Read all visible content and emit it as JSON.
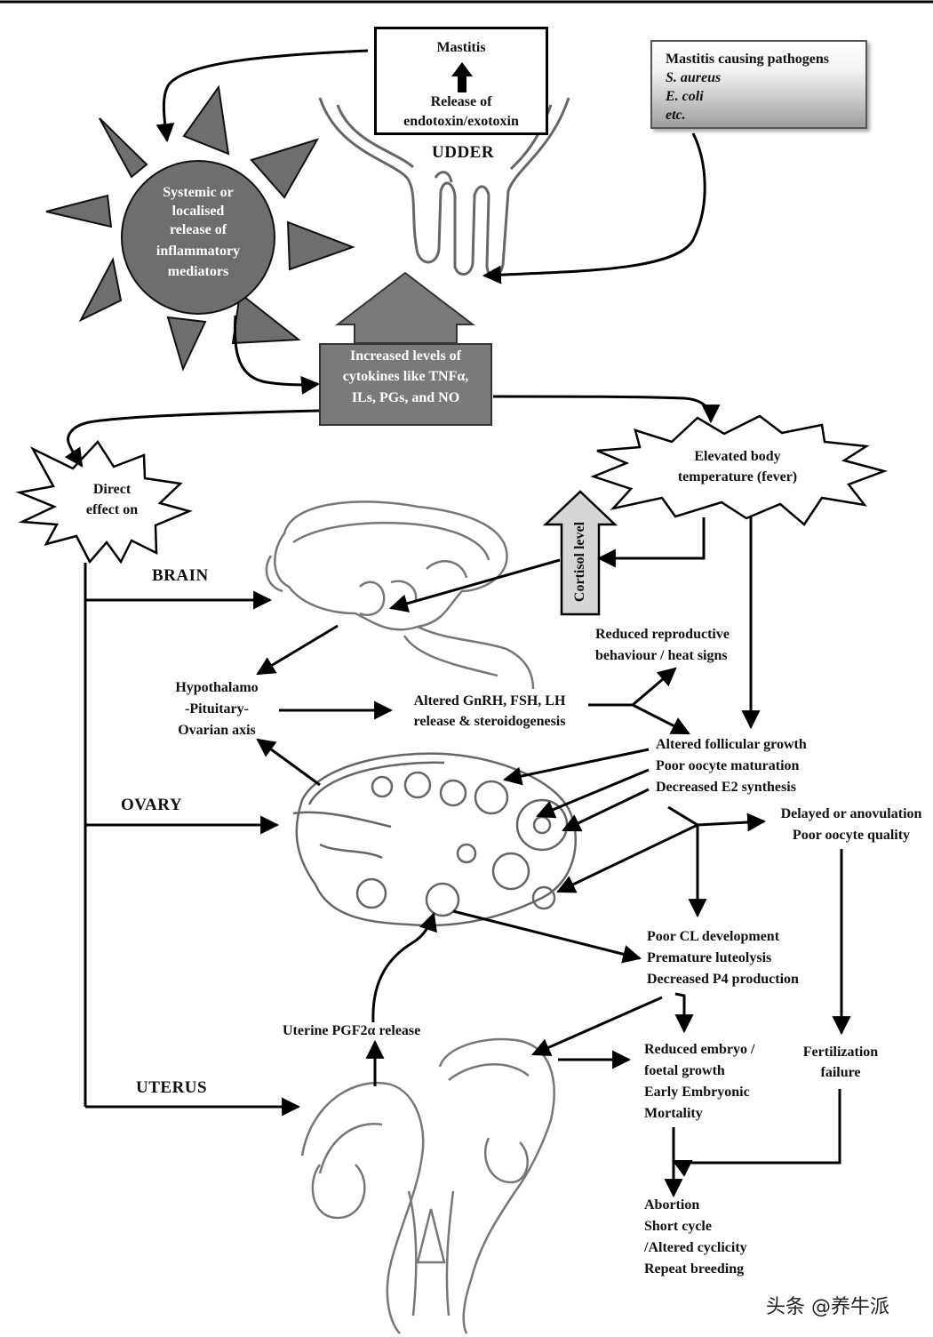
{
  "udder": {
    "top_label": "Mastitis",
    "release_line1": "Release of",
    "release_line2": "endotoxin/exotoxin",
    "label": "UDDER"
  },
  "pathogens": {
    "line1": "Mastitis causing pathogens",
    "line2": "S. aureus",
    "line3": "E. coli",
    "line4": "etc."
  },
  "sun": {
    "line1": "Systemic or",
    "line2": "localised",
    "line3": "release of",
    "line4": "inflammatory",
    "line5": "mediators"
  },
  "cytokines": {
    "line1": "Increased levels of",
    "line2": "cytokines like TNFα,",
    "line3": "ILs, PGs, and NO"
  },
  "direct": {
    "line1": "Direct",
    "line2": "effect on"
  },
  "fever": {
    "line1": "Elevated body",
    "line2": "temperature (fever)"
  },
  "cortisol": "Cortisol level",
  "organs": {
    "brain": "BRAIN",
    "ovary": "OVARY",
    "uterus": "UTERUS"
  },
  "hpo": {
    "line1": "Hypothalamo",
    "line2": "-Pituitary-",
    "line3": "Ovarian axis"
  },
  "gnrh": {
    "line1": "Altered GnRH, FSH, LH",
    "line2": "release & steroidogenesis"
  },
  "repro": {
    "line1": "Reduced reproductive",
    "line2": "behaviour / heat signs"
  },
  "follicular": {
    "line1": "Altered follicular growth",
    "line2": "Poor oocyte maturation",
    "line3": "Decreased E2 synthesis"
  },
  "ovulation": {
    "line1": "Delayed or anovulation",
    "line2": "Poor oocyte quality"
  },
  "cl": {
    "line1": "Poor CL development",
    "line2": "Premature luteolysis",
    "line3": "Decreased P4 production"
  },
  "pgf": "Uterine PGF2α release",
  "embryo": {
    "line1": "Reduced embryo /",
    "line2": "foetal growth",
    "line3": "Early Embryonic",
    "line4": "Mortality"
  },
  "fertilization": {
    "line1": "Fertilization",
    "line2": "failure"
  },
  "outcome": {
    "line1": "Abortion",
    "line2": "Short cycle",
    "line3": "/Altered cyclicity",
    "line4": "Repeat breeding"
  },
  "watermark": "头条 @养牛派",
  "colors": {
    "sun_fill": "#6e6e6e",
    "cytokine_fill": "#7a7a7a",
    "line": "#000000"
  }
}
